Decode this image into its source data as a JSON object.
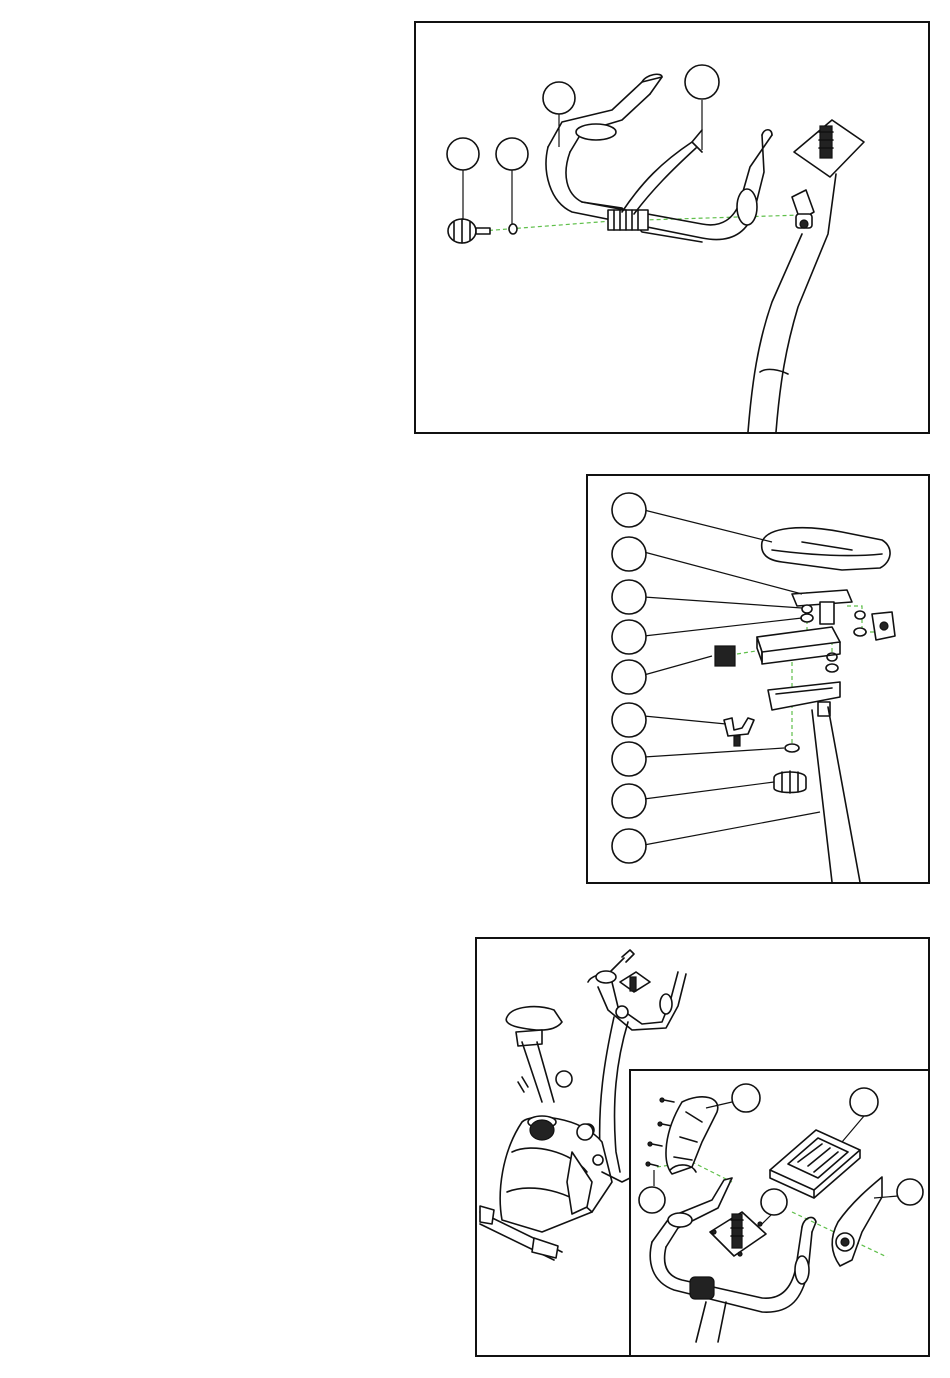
{
  "colors": {
    "line": "#111111",
    "guide": "#5fbf4a",
    "background": "#ffffff"
  },
  "panels": [
    {
      "id": "handlebar-assembly",
      "callouts": [
        "",
        "",
        "",
        ""
      ]
    },
    {
      "id": "seat-assembly",
      "callouts": [
        "",
        "",
        "",
        "",
        "",
        "",
        "",
        "",
        ""
      ]
    },
    {
      "id": "console-assembly",
      "callouts": [
        "",
        "",
        "",
        "",
        "",
        "",
        ""
      ]
    }
  ]
}
